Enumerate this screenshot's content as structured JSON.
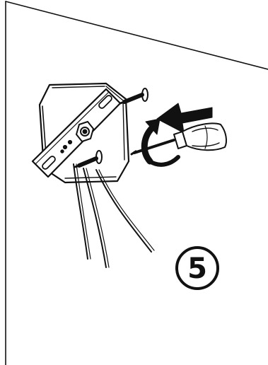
{
  "step": {
    "number": "5"
  },
  "colors": {
    "ink": "#111111",
    "paper": "#ffffff"
  },
  "parts": {
    "wall": "wall-outline",
    "electrical_box": "octagonal-electrical-box",
    "mounting_bracket": "mounting-bracket",
    "screws": [
      "mounting-screw-top",
      "mounting-screw-bottom"
    ],
    "wires": [
      "wire-1",
      "wire-2",
      "wire-3"
    ],
    "tool": "screwdriver-icon",
    "motions": [
      "push-arrow-icon",
      "rotate-arrow-icon"
    ]
  }
}
